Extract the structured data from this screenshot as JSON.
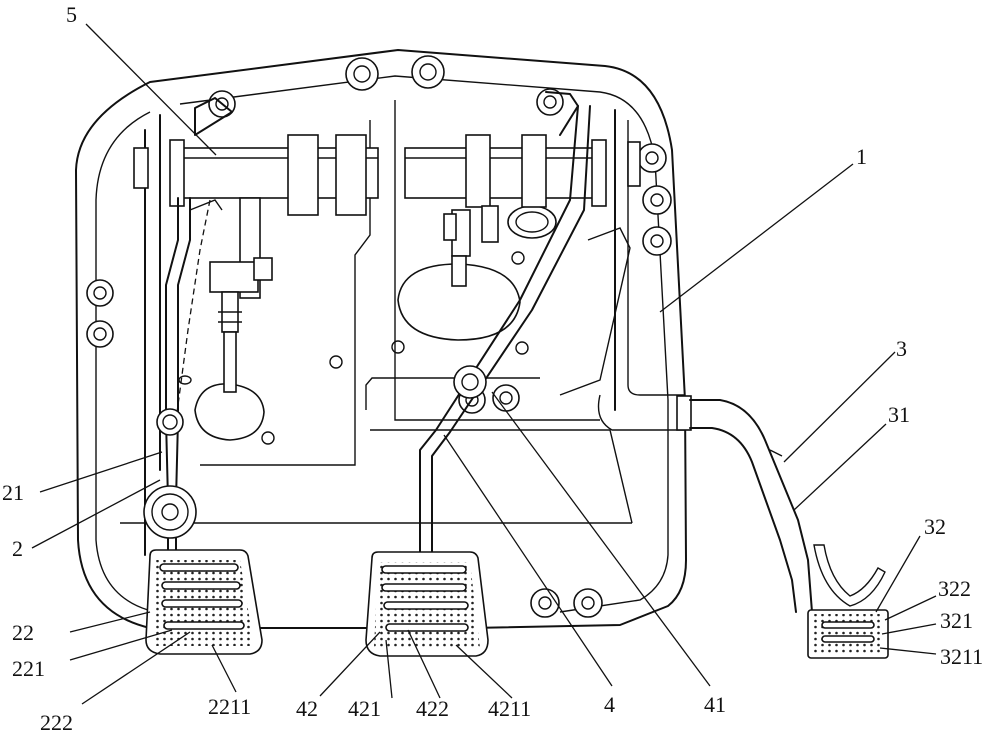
{
  "labels": {
    "l5": "5",
    "l1": "1",
    "l3": "3",
    "l31": "31",
    "l32": "32",
    "l322": "322",
    "l321": "321",
    "l3211": "3211",
    "l21": "21",
    "l2": "2",
    "l22": "22",
    "l221": "221",
    "l222": "222",
    "l2211": "2211",
    "l42": "42",
    "l421": "421",
    "l422": "422",
    "l4211": "4211",
    "l4": "4",
    "l41": "41"
  }
}
